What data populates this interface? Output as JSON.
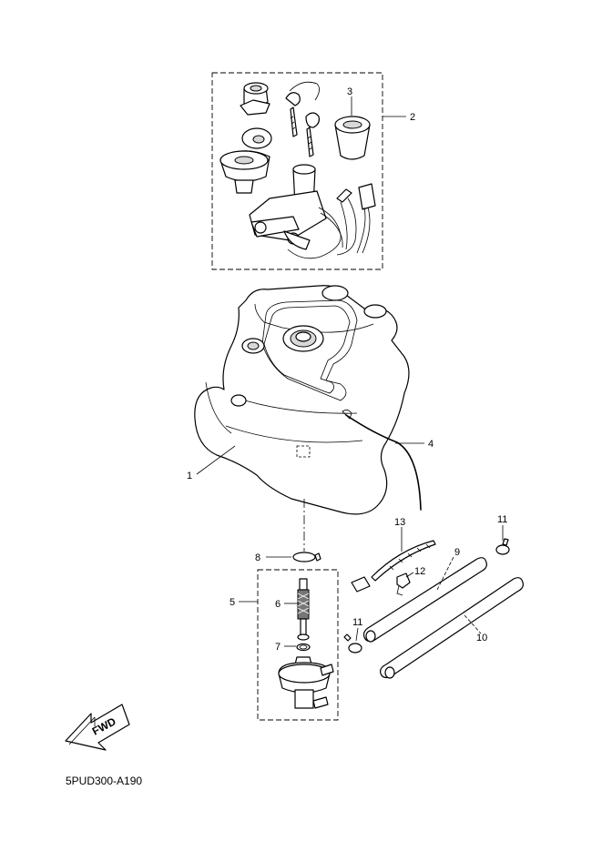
{
  "diagram": {
    "part_code": "5PUD300-A190",
    "fwd_label": "FWD",
    "callouts": {
      "c1": "1",
      "c2": "2",
      "c3": "3",
      "c4": "4",
      "c5": "5",
      "c6": "6",
      "c7": "7",
      "c8": "8",
      "c9": "9",
      "c10": "10",
      "c11a": "11",
      "c11b": "11",
      "c12": "12",
      "c13": "13"
    }
  }
}
